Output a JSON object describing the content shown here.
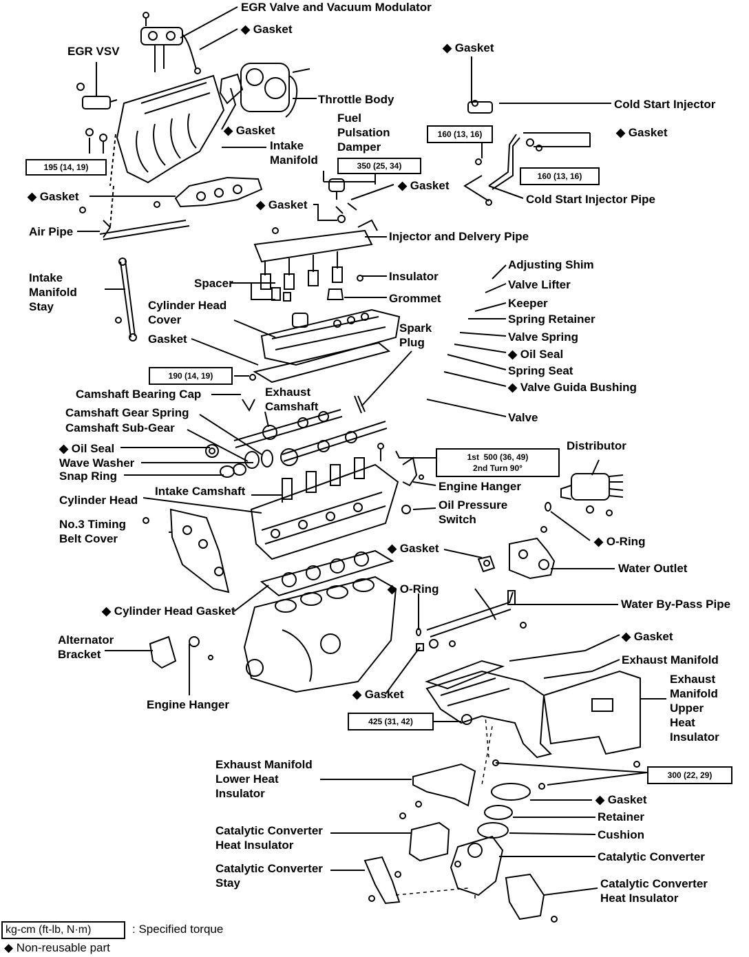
{
  "labels": {
    "egr_valve": "EGR Valve and Vacuum Modulator",
    "gasket_egr": "◆ Gasket",
    "egr_vsv": "EGR VSV",
    "throttle_body": "Throttle Body",
    "gasket_throttle": "◆ Gasket",
    "intake_manifold": "Intake\nManifold",
    "fuel_pulsation_damper": "Fuel\nPulsation\nDamper",
    "gasket_intake": "◆ Gasket",
    "gasket_delivery": "◆ Gasket",
    "gasket_damper": "◆ Gasket",
    "air_pipe": "Air Pipe",
    "intake_manifold_stay": "Intake\nManifold\nStay",
    "gasket_cold_start_top": "◆ Gasket",
    "cold_start_injector": "Cold Start Injector",
    "gasket_cold_start_right": "◆ Gasket",
    "cold_start_injector_pipe": "Cold Start Injector Pipe",
    "injector_delivery_pipe": "Injector and Delvery Pipe",
    "insulator": "Insulator",
    "spacer": "Spacer",
    "grommet": "Grommet",
    "cylinder_head_cover": "Cylinder Head\nCover",
    "gasket_cover": "Gasket",
    "spark_plug": "Spark\nPlug",
    "adjusting_shim": "Adjusting Shim",
    "valve_lifter": "Valve Lifter",
    "keeper": "Keeper",
    "spring_retainer": "Spring Retainer",
    "valve_spring": "Valve Spring",
    "oil_seal_valve": "◆ Oil Seal",
    "spring_seat": "Spring Seat",
    "valve_guide_bushing": "◆ Valve Guida Bushing",
    "valve": "Valve",
    "camshaft_bearing_cap": "Camshaft Bearing Cap",
    "exhaust_camshaft": "Exhaust\nCamshaft",
    "camshaft_gear_spring": "Camshaft Gear Spring",
    "camshaft_sub_gear": "Camshaft Sub-Gear",
    "oil_seal_cam": "◆ Oil Seal",
    "wave_washer": "Wave Washer",
    "snap_ring": "Snap Ring",
    "distributor": "Distributor",
    "engine_hanger_top": "Engine Hanger",
    "intake_camshaft": "Intake Camshaft",
    "cylinder_head": "Cylinder Head",
    "oil_pressure_switch": "Oil Pressure\nSwitch",
    "timing_belt_cover": "No.3 Timing\nBelt Cover",
    "o_ring_dist": "◆ O-Ring",
    "gasket_outlet": "◆ Gasket",
    "water_outlet": "Water Outlet",
    "o_ring_bypass": "◆ O-Ring",
    "cylinder_head_gasket": "◆ Cylinder Head Gasket",
    "water_bypass_pipe": "Water By-Pass Pipe",
    "alternator_bracket": "Alternator\nBracket",
    "gasket_exhaust_top": "◆ Gasket",
    "exhaust_manifold": "Exhaust Manifold",
    "engine_hanger_bottom": "Engine Hanger",
    "gasket_bypass": "◆ Gasket",
    "exhaust_upper_heat_insulator": "Exhaust\nManifold\nUpper\nHeat\nInsulator",
    "exhaust_lower_heat_insulator": "Exhaust Manifold\nLower Heat\nInsulator",
    "gasket_converter": "◆ Gasket",
    "retainer": "Retainer",
    "cushion": "Cushion",
    "catalytic_heat_insulator_left": "Catalytic Converter\nHeat Insulator",
    "catalytic_converter": "Catalytic Converter",
    "catalytic_converter_stay": "Catalytic Converter\nStay",
    "catalytic_heat_insulator_right": "Catalytic Converter\nHeat Insulator"
  },
  "torques": {
    "t195": "195 (14, 19)",
    "t350": "350 (25, 34)",
    "t160a": "160 (13, 16)",
    "t160b": "160 (13, 16)",
    "t190": "190 (14, 19)",
    "t_head": "1st  500 (36, 49)\n2nd Turn 90°",
    "t425": "425 (31, 42)",
    "t300": "300 (22, 29)"
  },
  "legend": {
    "torque_box": "kg-cm (ft-lb, N·m)",
    "torque_text": ":  Specified torque",
    "nonreusable": "◆  Non-reusable part"
  }
}
